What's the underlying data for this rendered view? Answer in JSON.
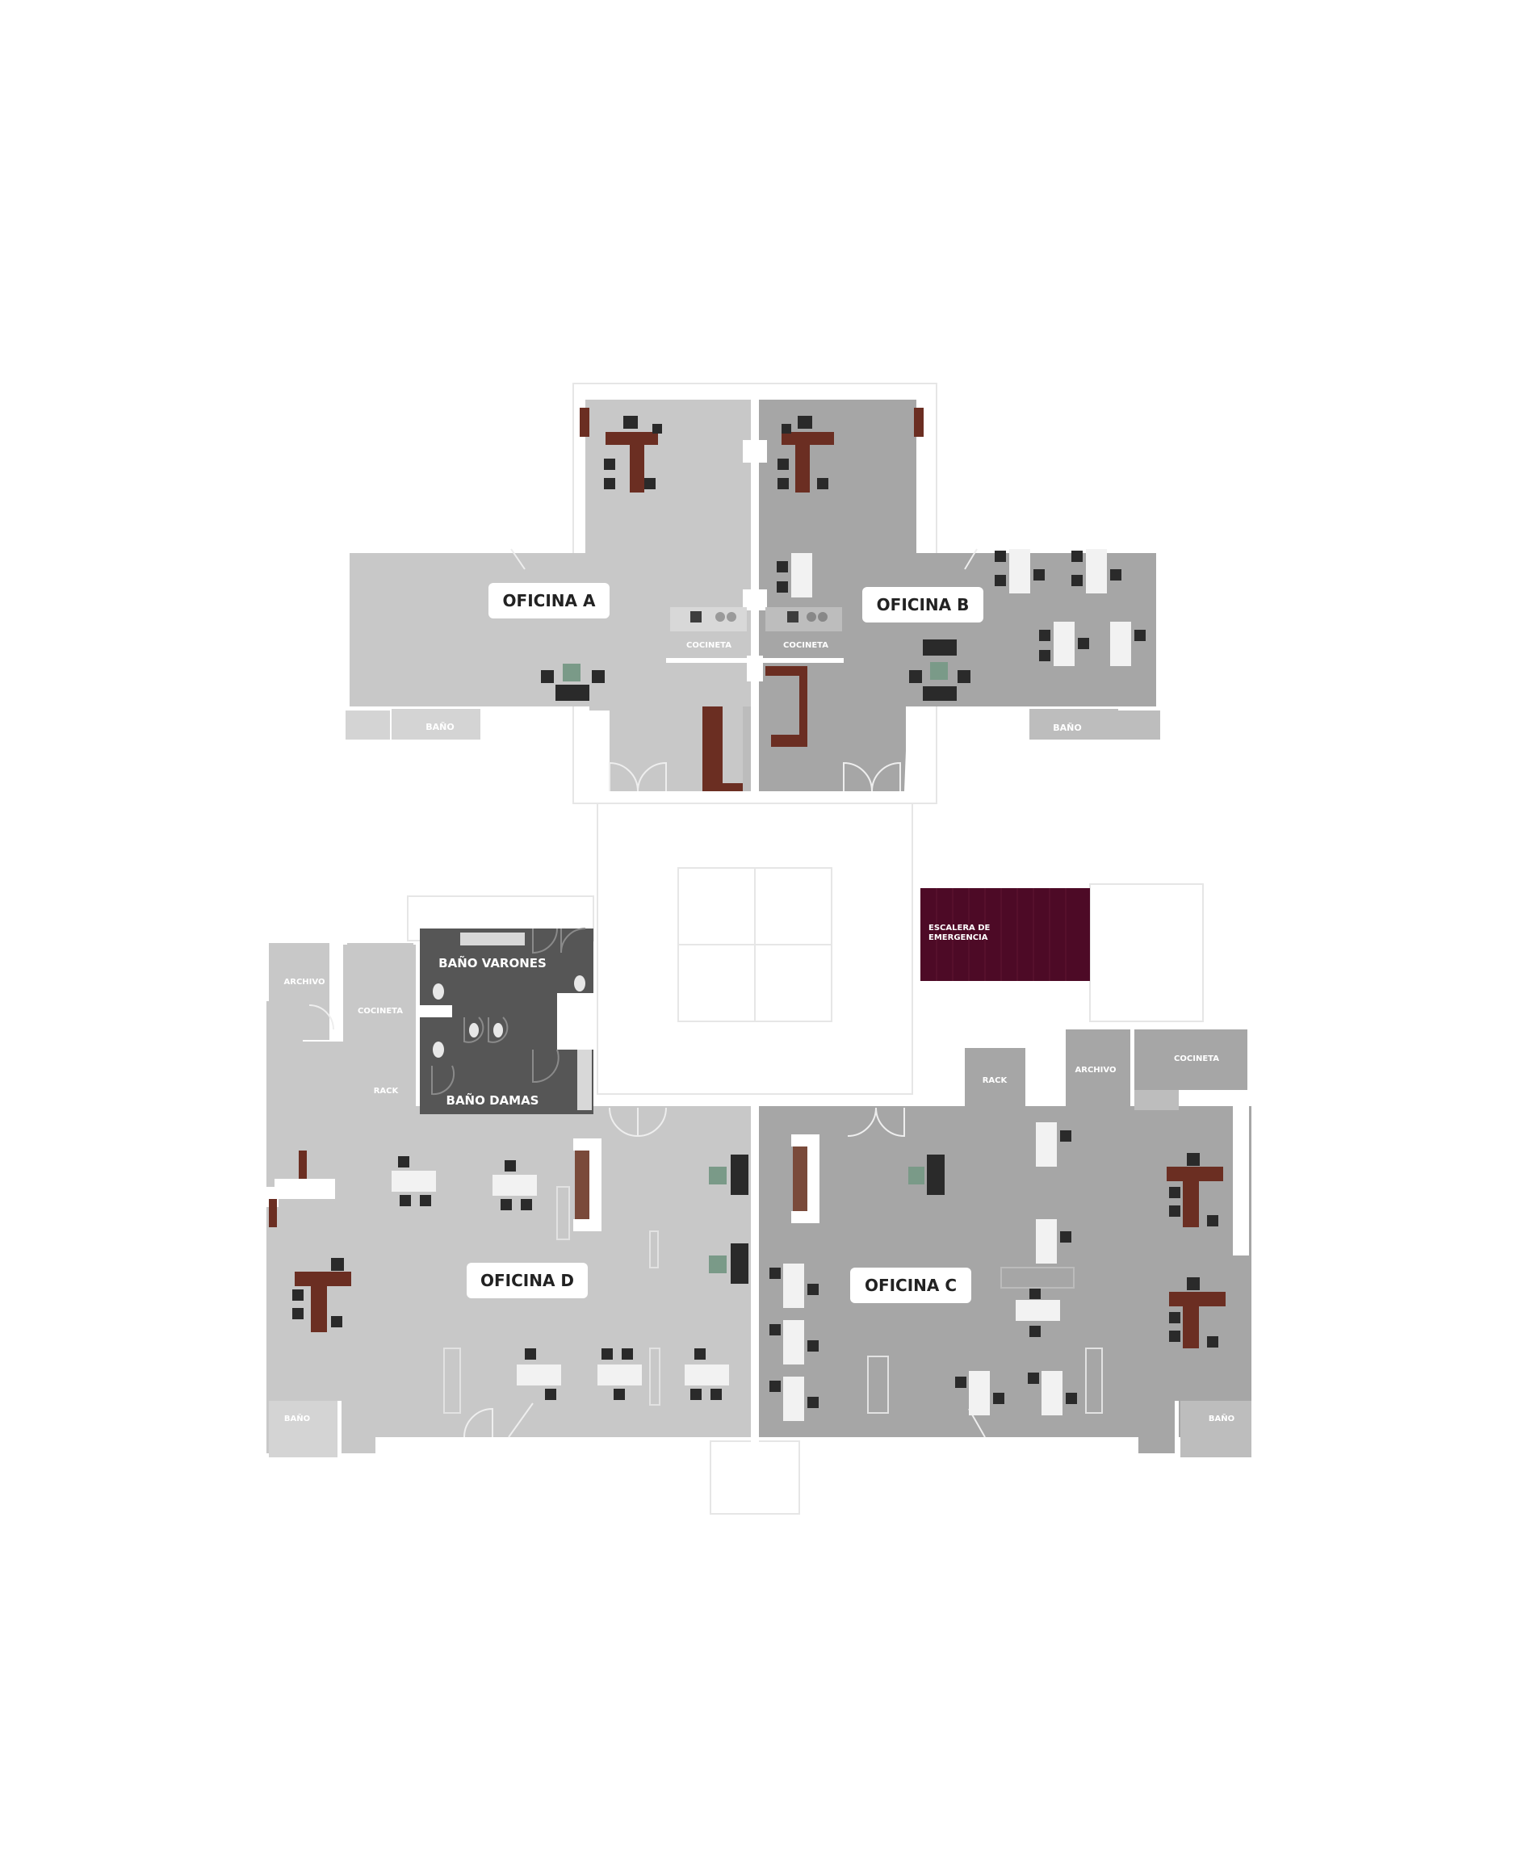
{
  "offices": {
    "a": "OFICINA A",
    "b": "OFICINA B",
    "c": "OFICINA C",
    "d": "OFICINA D"
  },
  "rooms": {
    "cocineta": "COCINETA",
    "bano": "BAÑO",
    "archivo": "ARCHIVO",
    "rack": "RACK",
    "bano_varones": "BAÑO VARONES",
    "bano_damas": "BAÑO DAMAS",
    "escalera_line1": "ESCALERA DE",
    "escalera_line2": "EMERGENCIA"
  },
  "colors": {
    "light_floor": "#c9c9c9",
    "mid_floor": "#a6a6a6",
    "dark_room": "#565656",
    "stair": "#4d0a26",
    "desk": "#6b2e22",
    "chair": "#2a2a2a"
  }
}
